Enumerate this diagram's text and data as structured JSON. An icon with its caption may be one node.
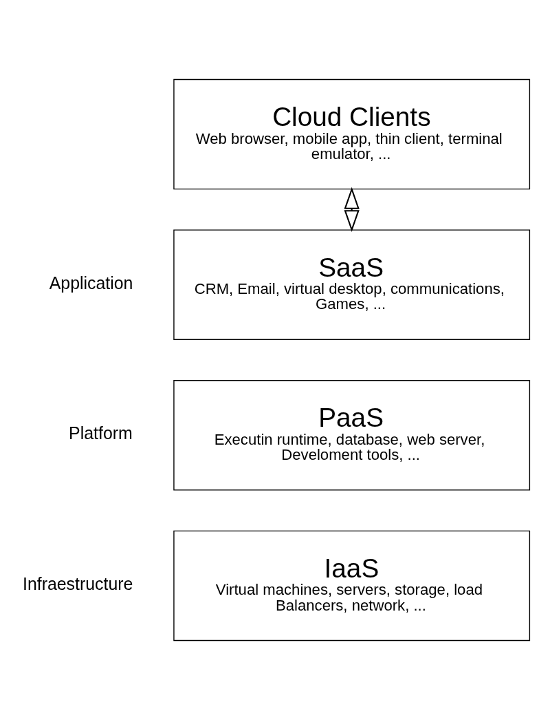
{
  "diagram": {
    "nodes": [
      {
        "text": [
          "Cloud Clients",
          "Web browser, mobile app, thin client, terminal emulator, ..."
        ]
      },
      {
        "text": [
          "SaaS",
          "CRM, Email, virtual desktop, communications, Games, ..."
        ],
        "beside": [
          "Application"
        ]
      },
      {
        "text": [
          "PaaS",
          "Executin runtime, database, web server, Develoment tools, ..."
        ],
        "beside": [
          "Platform"
        ]
      },
      {
        "text": [
          "IaaS",
          "Virtual machines, servers, storage, load Balancers, network, ..."
        ],
        "beside": [
          "Infraestructure"
        ]
      }
    ],
    "edges": [
      {
        "from": 0,
        "to": 1,
        "arrow": "both"
      }
    ]
  }
}
